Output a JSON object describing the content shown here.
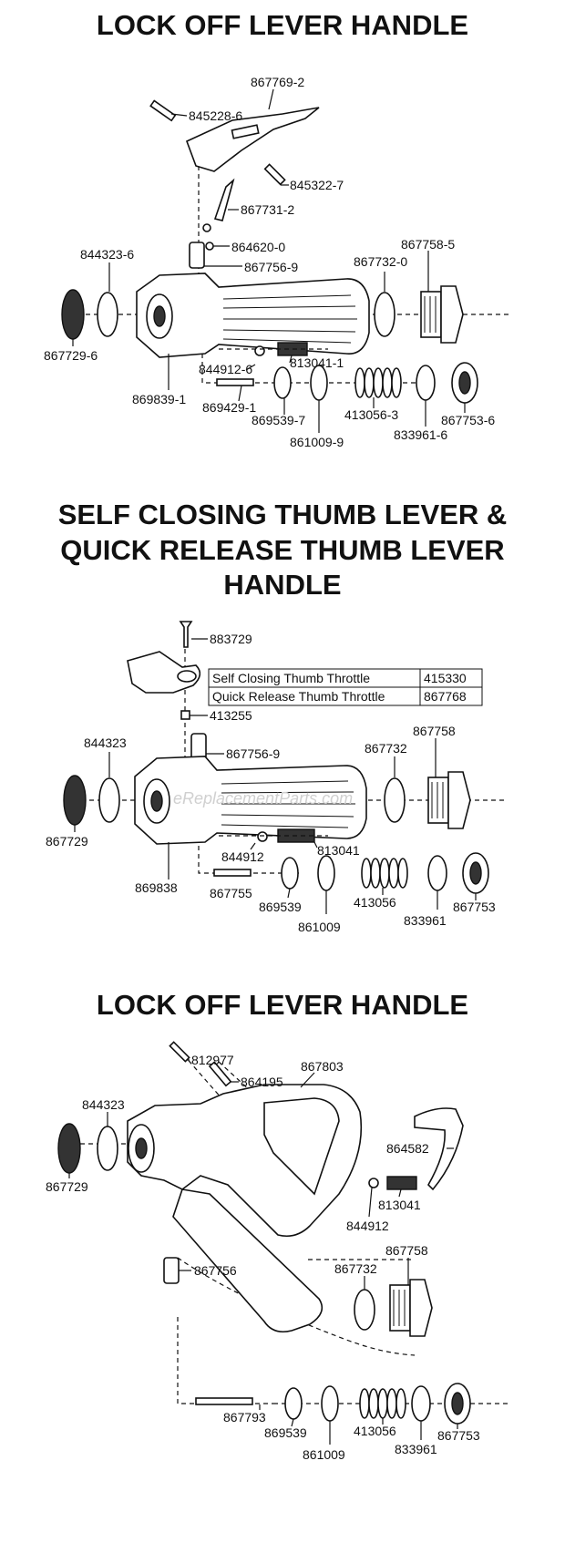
{
  "titles": {
    "section1": "LOCK OFF LEVER HANDLE",
    "section2_line1": "SELF CLOSING THUMB LEVER &",
    "section2_line2": "QUICK RELEASE THUMB LEVER",
    "section2_line3": "HANDLE",
    "section3": "LOCK OFF LEVER HANDLE"
  },
  "watermark": "eReplacementParts.com",
  "section1": {
    "parts": {
      "p867769_2": "867769-2",
      "p845228_6": "845228-6",
      "p845322_7": "845322-7",
      "p867731_2": "867731-2",
      "p864620_0": "864620-0",
      "p867756_9": "867756-9",
      "p844323_6": "844323-6",
      "p867758_5": "867758-5",
      "p867732_0": "867732-0",
      "p867729_6": "867729-6",
      "p844912_6": "844912-6",
      "p813041_1": "813041-1",
      "p869839_1": "869839-1",
      "p869429_1": "869429-1",
      "p869539_7": "869539-7",
      "p413056_3": "413056-3",
      "p833961_6": "833961-6",
      "p867753_6": "867753-6",
      "p861009_9": "861009-9"
    }
  },
  "section2": {
    "parts": {
      "p883729": "883729",
      "p413255": "413255",
      "p844323": "844323",
      "p867756_9": "867756-9",
      "p867732": "867732",
      "p867758": "867758",
      "p867729": "867729",
      "p844912": "844912",
      "p813041": "813041",
      "p869838": "869838",
      "p867755": "867755",
      "p869539": "869539",
      "p413056": "413056",
      "p833961": "833961",
      "p867753": "867753",
      "p861009": "861009"
    },
    "table": [
      {
        "name": "Self Closing Thumb Throttle",
        "part": "415330"
      },
      {
        "name": "Quick Release Thumb Throttle",
        "part": "867768"
      }
    ]
  },
  "section3": {
    "parts": {
      "p812977": "812977",
      "p864195": "864195",
      "p867803": "867803",
      "p844323": "844323",
      "p864582": "864582",
      "p867729": "867729",
      "p813041": "813041",
      "p844912": "844912",
      "p867758": "867758",
      "p867732": "867732",
      "p867756": "867756",
      "p867793": "867793",
      "p869539": "869539",
      "p413056": "413056",
      "p833961": "833961",
      "p867753": "867753",
      "p861009": "861009"
    }
  }
}
